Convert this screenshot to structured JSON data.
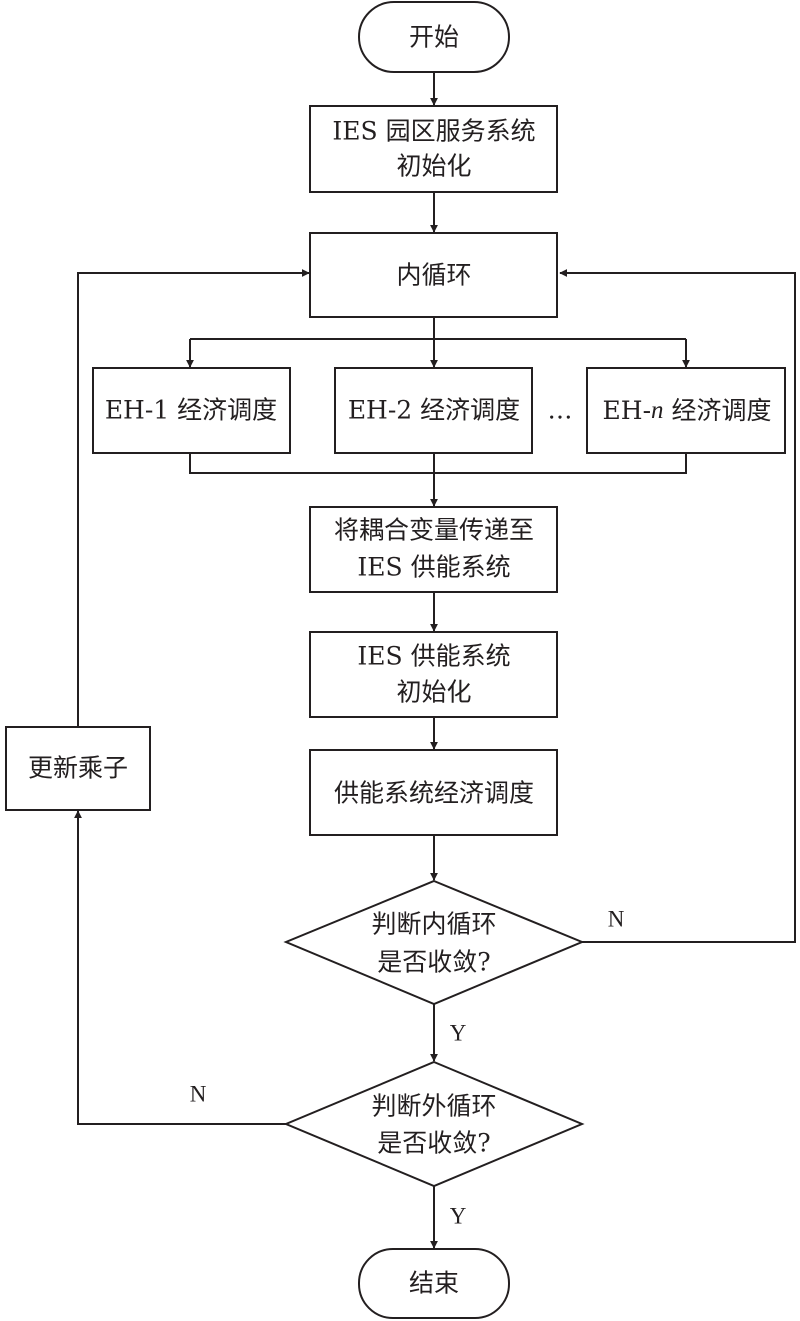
{
  "nodes": {
    "start": "开始",
    "init_service": [
      "IES 园区服务系统",
      "初始化"
    ],
    "inner_loop": "内循环",
    "eh1": "EH-1 经济调度",
    "eh2": "EH-2 经济调度",
    "ellipsis": "…",
    "ehn_prefix": "EH-",
    "ehn_var": "n",
    "ehn_suffix": " 经济调度",
    "pass_vars": [
      "将耦合变量传递至",
      "IES 供能系统"
    ],
    "init_supply": [
      "IES 供能系统",
      "初始化"
    ],
    "supply_dispatch": "供能系统经济调度",
    "inner_check": [
      "判断内循环",
      "是否收敛?"
    ],
    "outer_check": [
      "判断外循环",
      "是否收敛?"
    ],
    "update_multiplier": "更新乘子",
    "end": "结束"
  },
  "labels": {
    "inner_no": "N",
    "inner_yes": "Y",
    "outer_no": "N",
    "outer_yes": "Y"
  },
  "colors": {
    "stroke": "#231f20",
    "fill": "#ffffff"
  }
}
